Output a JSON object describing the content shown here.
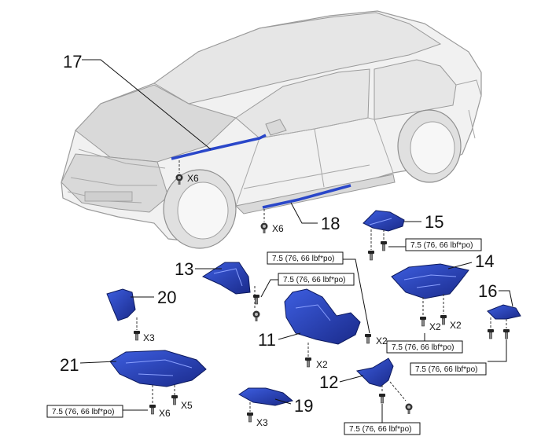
{
  "callouts": {
    "c17": "17",
    "c18": "18",
    "c15": "15",
    "c13": "13",
    "c14": "14",
    "c20": "20",
    "c16": "16",
    "c11": "11",
    "c21": "21",
    "c12": "12",
    "c19": "19"
  },
  "quantities": {
    "q_x6_hood": "X6",
    "q_x6_side": "X6",
    "q_x2_11a": "X2",
    "q_x2_11b": "X2",
    "q_x2_14a": "X2",
    "q_x2_14b": "X2",
    "q_x3_20": "X3",
    "q_x6_21": "X6",
    "q_x5_21": "X5",
    "q_x3_19": "X3"
  },
  "torque": {
    "t15": "7.5 (76, 66 lbf*po)",
    "t11a": "7.5 (76, 66 lbf*po)",
    "t13": "7.5 (76, 66 lbf*po)",
    "t14": "7.5 (76, 66 lbf*po)",
    "t16": "7.5 (76, 66 lbf*po)",
    "t21": "7.5 (76, 66 lbf*po)",
    "t12": "7.5 (76, 66 lbf*po)"
  },
  "colors": {
    "part_blue": "#2a47c9",
    "part_blue_dark": "#1a2a8a"
  }
}
